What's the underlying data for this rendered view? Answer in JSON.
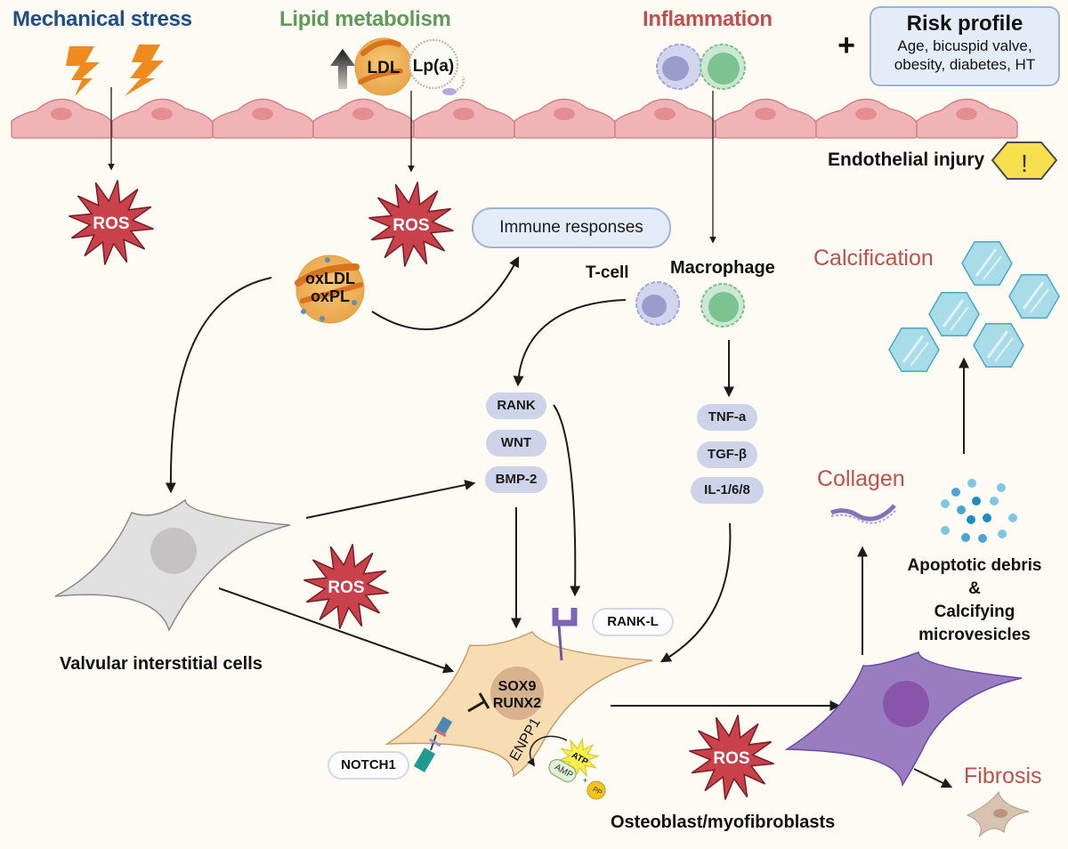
{
  "headers": {
    "mechanical_stress": "Mechanical stress",
    "lipid_metabolism": "Lipid metabolism",
    "inflammation": "Inflammation"
  },
  "plus_sign": "+",
  "risk_profile": {
    "title": "Risk profile",
    "line1": "Age, bicuspid valve,",
    "line2": "obesity, diabetes, HT"
  },
  "lipids": {
    "ldl": "LDL",
    "lpa": "Lp(a)",
    "oxidized_line1": "oxLDL",
    "oxidized_line2": "oxPL"
  },
  "endothelial_injury": "Endothelial injury",
  "warning_symbol": "!",
  "ros_label": "ROS",
  "immune_responses": "Immune responses",
  "cells": {
    "t_cell": "T-cell",
    "macrophage": "Macrophage",
    "vic": "Valvular interstitial cells",
    "osteoblast": "Osteoblast/myofibroblasts"
  },
  "left_markers": [
    "RANK",
    "WNT",
    "BMP-2"
  ],
  "right_markers": [
    "TNF-a",
    "TGF-β",
    "IL-1/6/8"
  ],
  "rank_l": "RANK-L",
  "notch1": "NOTCH1",
  "nucleus": {
    "line1": "SOX9",
    "line2": "RUNX2"
  },
  "enpp1": "ENPP1",
  "atp": "ATP",
  "amp": "AMP",
  "pp": "PP",
  "outcomes": {
    "calcification": "Calcification",
    "collagen": "Collagen",
    "debris_line1": "Apoptotic debris",
    "debris_line2": "&",
    "debris_line3": "Calcifying",
    "debris_line4": "microvesicles",
    "fibrosis": "Fibrosis"
  },
  "colors": {
    "mechanical": "#1f4e86",
    "lipid": "#5f9a5b",
    "inflammation": "#c0504d",
    "ros": "#c9414a",
    "endothelium": "#f0b3b6",
    "vic_cell": "#e1e1e1",
    "osteo_cell": "#f8dcb2",
    "myofibro_cell": "#9a7cc0",
    "crystal": "#a9dce9"
  }
}
